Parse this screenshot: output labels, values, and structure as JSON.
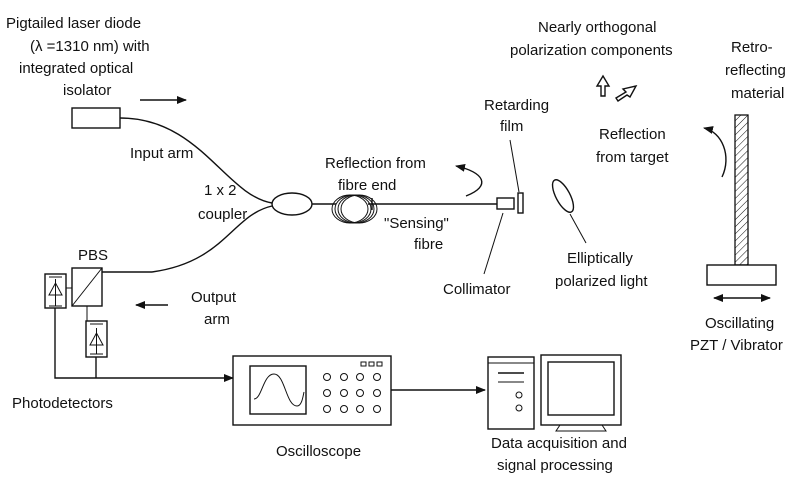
{
  "labels": {
    "laser_line1": "Pigtailed laser diode",
    "laser_line2": "(λ =1310 nm) with",
    "laser_line3": "integrated optical",
    "laser_line4": "isolator",
    "input_arm": "Input arm",
    "coupler_line1": "1 x 2",
    "coupler_line2": "coupler",
    "pbs": "PBS",
    "output_arm_line1": "Output",
    "output_arm_line2": "arm",
    "photodetectors": "Photodetectors",
    "oscilloscope": "Oscilloscope",
    "daq_line1": "Data acquisition and",
    "daq_line2": "signal processing",
    "reflection_fibre_line1": "Reflection from",
    "reflection_fibre_line2": "fibre end",
    "sensing_fibre_line1": "\"Sensing\"",
    "sensing_fibre_line2": "fibre",
    "retarding_line1": "Retarding",
    "retarding_line2": "film",
    "collimator": "Collimator",
    "orthogonal_line1": "Nearly orthogonal",
    "orthogonal_line2": "polarization components",
    "elliptical_line1": "Elliptically",
    "elliptical_line2": "polarized light",
    "reflection_target_line1": "Reflection",
    "reflection_target_line2": "from target",
    "retro_line1": "Retro-",
    "retro_line2": "reflecting",
    "retro_line3": "material",
    "pzt_line1": "Oscillating",
    "pzt_line2": "PZT / Vibrator"
  }
}
